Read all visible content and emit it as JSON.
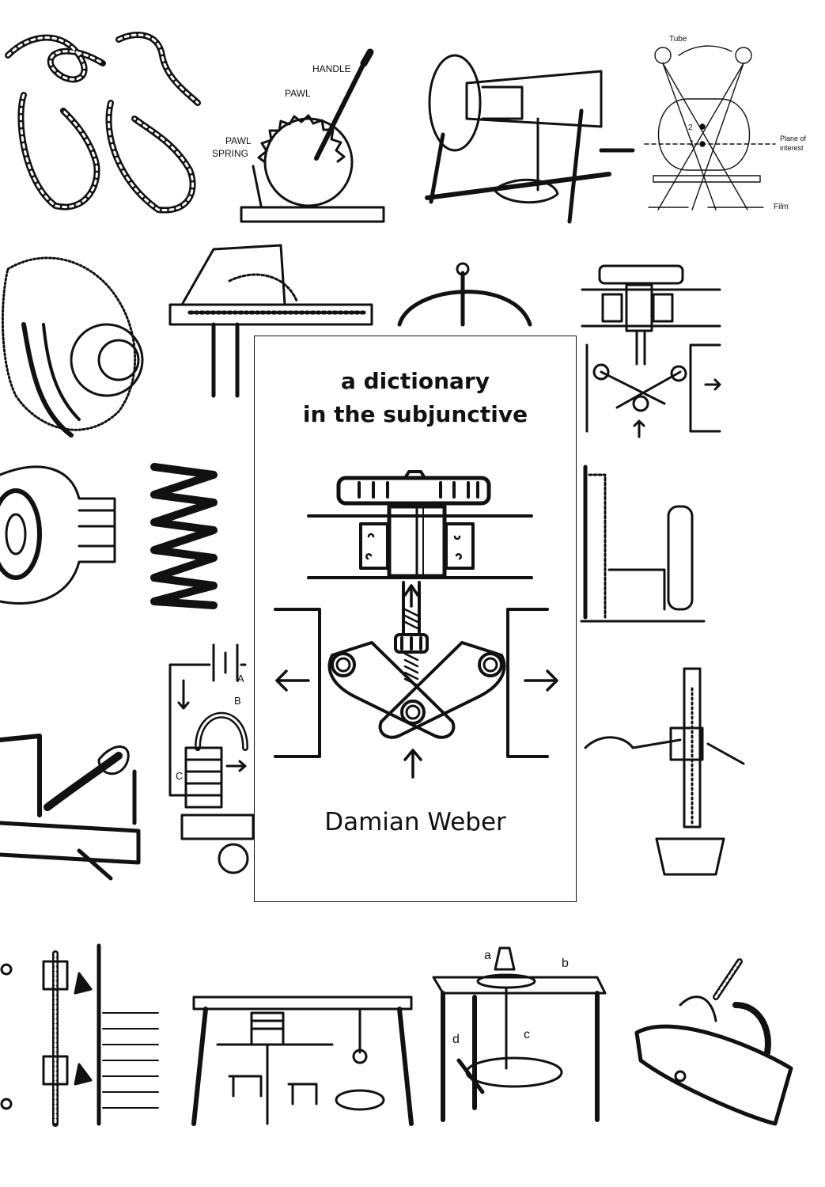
{
  "cover": {
    "title_line1": "a dictionary",
    "title_line2": "in the subjunctive",
    "author": "Damian Weber"
  },
  "illustrations": {
    "ratchet": {
      "handle": "HANDLE",
      "pawl": "PAWL",
      "pawl_spring_1": "PAWL",
      "pawl_spring_2": "SPRING"
    },
    "tomography": {
      "tube": "Tube",
      "plane_1": "Plane of",
      "plane_2": "interest",
      "film": "Film",
      "num_1": "1",
      "num_2": "2"
    },
    "circuit": {
      "a": "A",
      "b": "B",
      "c": "C"
    },
    "potters_wheel": {
      "a": "a",
      "b": "b",
      "c": "c",
      "d": "d"
    }
  },
  "colors": {
    "ink": "#111111",
    "paper": "#ffffff"
  }
}
